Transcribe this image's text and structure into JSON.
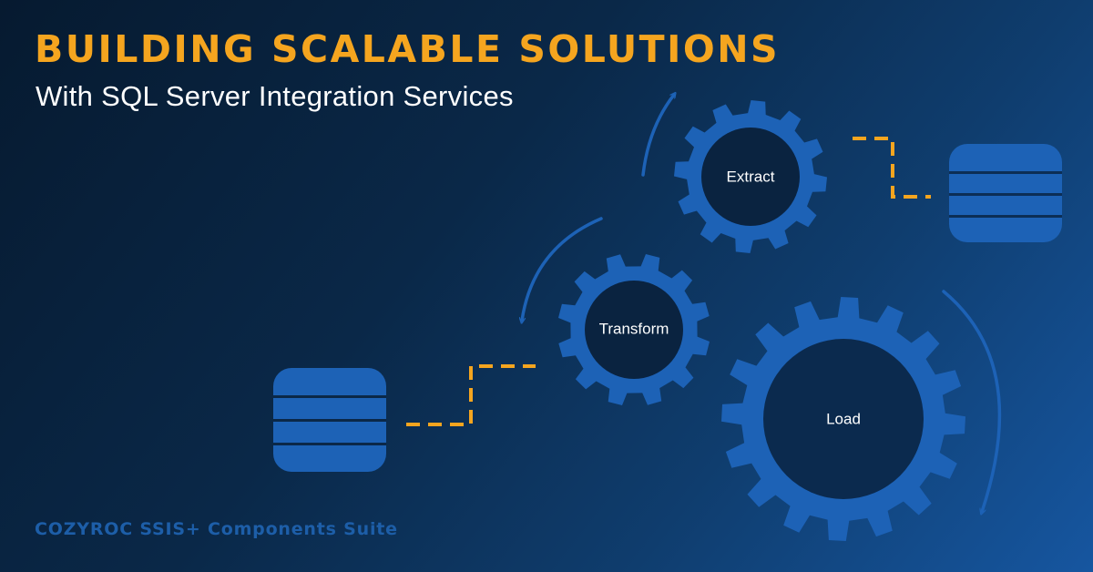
{
  "headline": "BUILDING SCALABLE SOLUTIONS",
  "subheadline": "With SQL Server Integration Services",
  "footer": "COZYROC SSIS+ Components Suite",
  "gears": {
    "extract": {
      "label": "Extract",
      "icon": "gear-icon"
    },
    "transform": {
      "label": "Transform",
      "icon": "gear-icon"
    },
    "load": {
      "label": "Load",
      "icon": "gear-icon"
    }
  },
  "icons": {
    "source": "database-icon",
    "destination": "database-icon",
    "flow": "arrow-icon"
  },
  "colors": {
    "accent": "#f5a51f",
    "primary_blue": "#1d62b6",
    "gear_hub": "#0a2340",
    "text": "#ffffff",
    "background_dark": "#061a30",
    "background_light": "#1656a0"
  }
}
